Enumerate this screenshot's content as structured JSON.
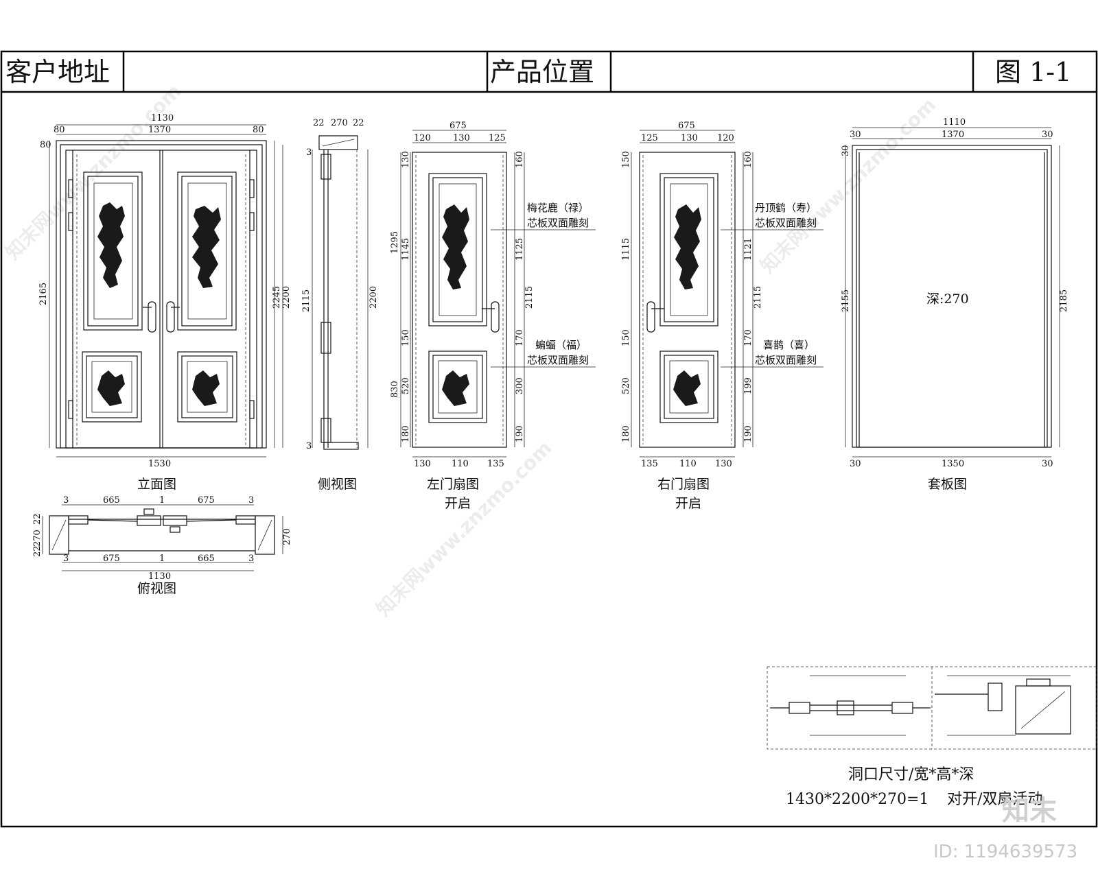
{
  "header": {
    "client_address_label": "客户地址",
    "product_location_label": "产品位置",
    "figure_number": "图 1-1"
  },
  "views": {
    "elevation": {
      "title": "立面图",
      "dims": {
        "top_total": "1130",
        "top_inner": "1370",
        "top_left": "80",
        "top_right": "80",
        "left_top": "80",
        "left_height": "2165",
        "right_height_a": "2245",
        "right_height_b": "2200",
        "bottom_width": "1530"
      }
    },
    "side": {
      "title": "侧视图",
      "dims": {
        "top_a": "22",
        "top_b": "270",
        "top_c": "22",
        "left_height": "2115",
        "right_height": "2200",
        "small_top": "3",
        "small_bottom": "3"
      }
    },
    "left_leaf": {
      "title": "左门扇图",
      "subtitle": "开启",
      "dims": {
        "width": "675",
        "top_l": "120",
        "top_m": "130",
        "top_r": "125",
        "l_a": "130",
        "l_b": "1295",
        "l_c": "1145",
        "l_d": "150",
        "l_e": "830",
        "l_f": "520",
        "l_g": "180",
        "r_a": "160",
        "r_b": "1125",
        "r_c": "2115",
        "r_d": "170",
        "r_e": "300",
        "r_f": "190",
        "bot_l": "130",
        "bot_m": "110",
        "bot_r": "135"
      },
      "note1_title": "梅花鹿（禄）",
      "note1_sub": "芯板双面雕刻",
      "note2_title": "蝙蝠（福）",
      "note2_sub": "芯板双面雕刻"
    },
    "right_leaf": {
      "title": "右门扇图",
      "subtitle": "开启",
      "dims": {
        "width": "675",
        "top_l": "125",
        "top_m": "130",
        "top_r": "120",
        "l_a": "150",
        "l_c": "1115",
        "l_d": "150",
        "l_f": "520",
        "l_g": "180",
        "r_a": "160",
        "r_b": "1121",
        "r_c": "2115",
        "r_d": "170",
        "r_e": "199",
        "r_f": "190",
        "bot_l": "135",
        "bot_m": "110",
        "bot_r": "130"
      },
      "note1_title": "丹顶鹤（寿）",
      "note1_sub": "芯板双面雕刻",
      "note2_title": "喜鹊（喜）",
      "note2_sub": "芯板双面雕刻"
    },
    "casing": {
      "title": "套板图",
      "depth_label": "深:270",
      "dims": {
        "top_total": "1110",
        "top_inner": "1370",
        "top_l": "30",
        "top_r": "30",
        "left_top": "30",
        "left_height": "2155",
        "right_height": "2185",
        "bot_l": "30",
        "bot_m": "1350",
        "bot_r": "30"
      }
    },
    "plan": {
      "title": "俯视图",
      "dims": {
        "t_l": "3",
        "t_a": "665",
        "t_mid": "1",
        "t_b": "675",
        "t_r": "3",
        "b_l": "3",
        "b_a": "675",
        "b_mid": "1",
        "b_b": "665",
        "b_r": "3",
        "total": "1130",
        "left_a": "22",
        "left_b": "270",
        "left_c": "22",
        "right": "270"
      }
    }
  },
  "spec": {
    "line1": "洞口尺寸/宽*高*深",
    "line2": "1430*2200*270=1",
    "line3": "对开/双扇活动"
  },
  "watermark": {
    "text": "知末网www.znzmo.com",
    "brand": "知末",
    "id_label": "ID: 1194639573"
  }
}
